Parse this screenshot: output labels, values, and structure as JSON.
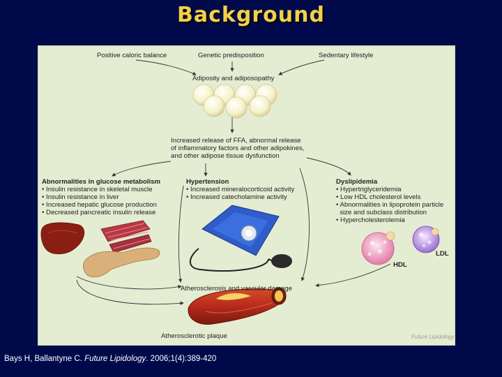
{
  "slide": {
    "title": "Background",
    "citation_authors": "Bays H, Ballantyne C.",
    "citation_journal": "Future Lipidology",
    "citation_rest": ". 2006;1(4):389-420"
  },
  "diagram": {
    "top": {
      "caloric": "Positive caloric balance",
      "genetic": "Genetic predisposition",
      "sedentary": "Sedentary lifestyle"
    },
    "adiposity": "Adiposity and adiposopathy",
    "ffa": [
      "Increased release of FFA, abnormal release",
      "of inflammatory factors and other adipokines,",
      "and other adipose tissue dysfunction"
    ],
    "glucose": {
      "heading": "Abnormalities in glucose metabolism",
      "items": [
        "• Insulin resistance in skeletal muscle",
        "• Insulin resistance in liver",
        "• Increased hepatic glucose production",
        "• Decreased pancreatic insulin release"
      ]
    },
    "hypertension": {
      "heading": "Hypertension",
      "items": [
        "• Increased mineralocorticoid activity",
        "• Increased catecholamine activity"
      ]
    },
    "dyslipidemia": {
      "heading": "Dyslipidemia",
      "items": [
        "• Hypertriglyceridemia",
        "• Low HDL cholesterol levels",
        "• Abnormalities in lipoprotein particle",
        "  size and subclass distribution",
        "• Hypercholesterolemia"
      ]
    },
    "hdl_label": "HDL",
    "ldl_label": "LDL",
    "athero": "Atherosclerosis and vascular damage",
    "plaque": "Atherosclerotic plaque",
    "watermark": "Future Lipidology",
    "colors": {
      "panel_bg": "#e4ecd2",
      "slide_bg": "#000a4a",
      "title": "#f2d04a",
      "artery": "#b52a1a",
      "cuff": "#2f5cc8"
    }
  }
}
